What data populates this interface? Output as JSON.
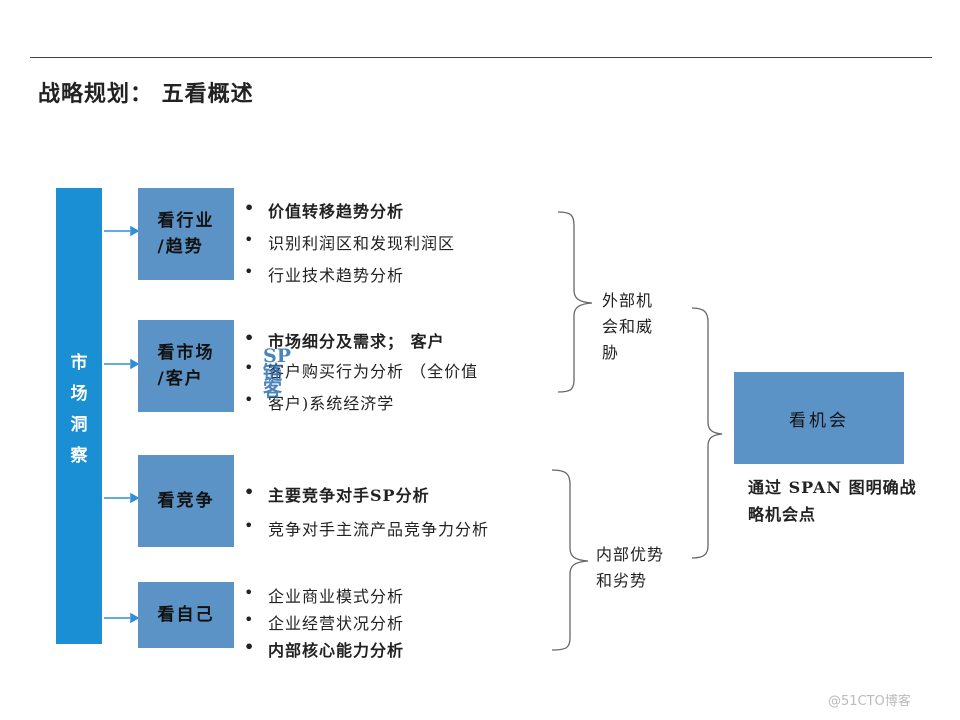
{
  "title": "战略规划： 五看概述",
  "side_label": [
    "市",
    "场",
    "洞",
    "察"
  ],
  "categories": [
    {
      "label_lines": [
        "看行业",
        "/趋势"
      ],
      "bullets": [
        {
          "text": "价值转移趋势分析",
          "bold": true
        },
        {
          "text": "识别利润区和发现利润区",
          "bold": false
        },
        {
          "text": "行业技术趋势分析",
          "bold": false
        }
      ]
    },
    {
      "label_lines": [
        "看市场",
        "/客户"
      ],
      "bullets": [
        {
          "text": "市场细分及需求； 客户",
          "bold": true
        },
        {
          "text": "客户购买行为分析 （全价值",
          "bold": false
        },
        {
          "text": "客户)系统经济学",
          "bold": false
        }
      ]
    },
    {
      "label_lines": [
        "看竞争"
      ],
      "bullets": [
        {
          "text": "主要竞争对手SP分析",
          "bold": true
        },
        {
          "text": "竞争对手主流产品竞争力分析",
          "bold": false
        }
      ]
    },
    {
      "label_lines": [
        "看自己"
      ],
      "bullets": [
        {
          "text": "企业商业模式分析",
          "bold": false
        },
        {
          "text": "企业经营状况分析",
          "bold": false
        },
        {
          "text": "内部核心能力分析",
          "bold": true
        }
      ]
    }
  ],
  "overlap_glyphs": [
    "SP",
    "链",
    "客"
  ],
  "groups": [
    {
      "lines": [
        "外部机",
        "会和威",
        "胁"
      ]
    },
    {
      "lines": [
        "内部优势",
        "和劣势"
      ]
    }
  ],
  "outcome": {
    "label": "看机会",
    "note": "通过 SPAN 图明确战略机会点"
  },
  "watermark": "@51CTO博客",
  "colors": {
    "side_bar": "#1a8fd4",
    "box": "#5b93c7",
    "arrow": "#2f8fd6"
  }
}
